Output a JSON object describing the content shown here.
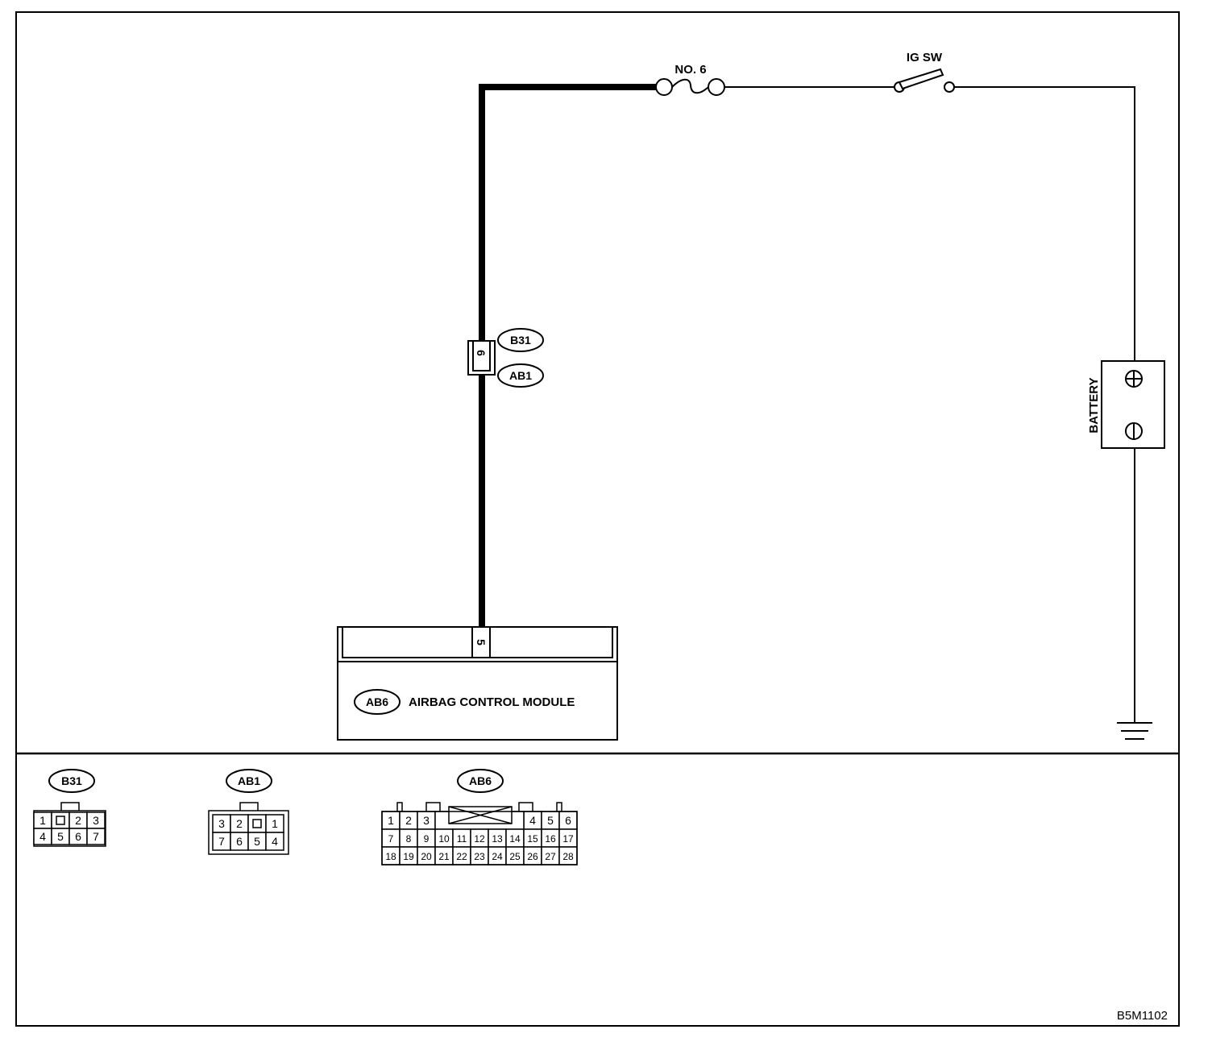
{
  "diagram": {
    "fuse_label": "NO. 6",
    "ig_switch_label": "IG SW",
    "battery_label": "BATTERY",
    "connector_b31": "B31",
    "connector_ab1": "AB1",
    "inline_pin": "6",
    "module_pin": "5",
    "module_tag": "AB6",
    "module_name": "AIRBAG CONTROL MODULE",
    "figure_code": "B5M1102"
  },
  "connectors": {
    "b31": {
      "tag": "B31",
      "row1": [
        "1",
        "",
        "2",
        "3"
      ],
      "row2": [
        "4",
        "5",
        "6",
        "7"
      ]
    },
    "ab1": {
      "tag": "AB1",
      "row1": [
        "3",
        "2",
        "",
        "1"
      ],
      "row2": [
        "7",
        "6",
        "5",
        "4"
      ]
    },
    "ab6": {
      "tag": "AB6",
      "row1_left": [
        "1",
        "2",
        "3"
      ],
      "row1_right": [
        "4",
        "5",
        "6"
      ],
      "row2": [
        "7",
        "8",
        "9",
        "10",
        "11",
        "12",
        "13",
        "14",
        "15",
        "16",
        "17"
      ],
      "row3": [
        "18",
        "19",
        "20",
        "21",
        "22",
        "23",
        "24",
        "25",
        "26",
        "27",
        "28"
      ]
    }
  },
  "icons": {
    "fuse": "fuse-icon",
    "switch": "switch-icon",
    "battery_plus": "plus-terminal-icon",
    "battery_minus": "minus-terminal-icon",
    "ground": "ground-icon"
  }
}
